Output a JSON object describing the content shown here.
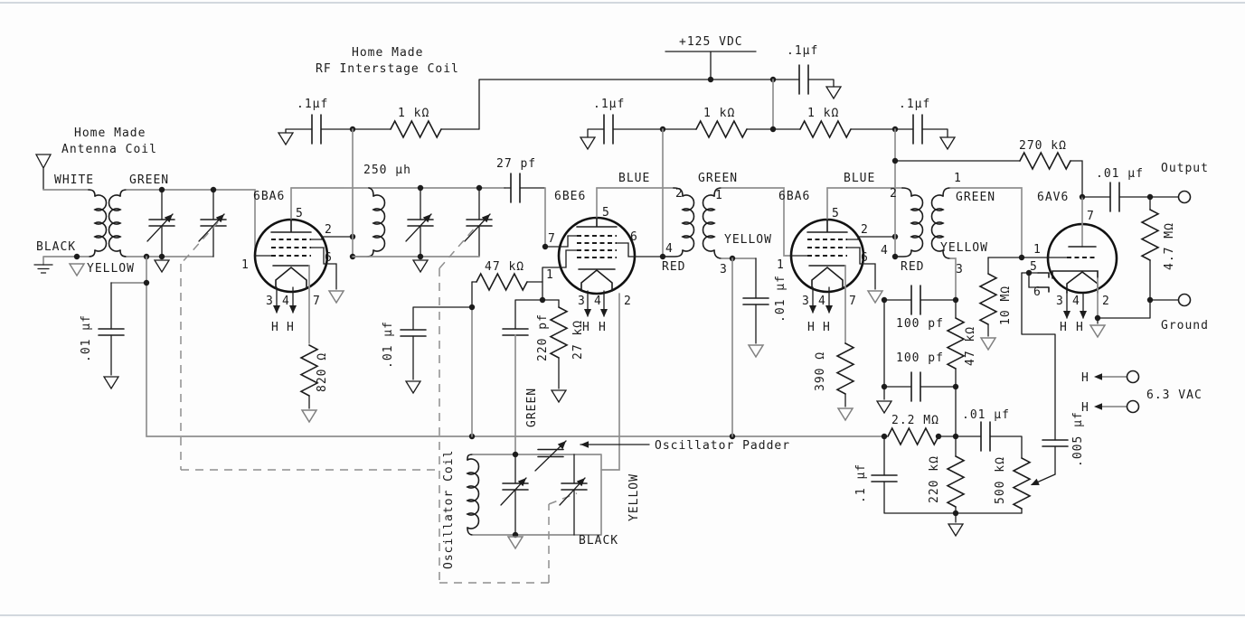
{
  "colors": {
    "ink": "#1c1c1c",
    "wire_gray": "#8f8f8f",
    "frame": "#c3cbd4",
    "background": "#fdfdfd"
  },
  "titles": {
    "home_made": "Home Made",
    "antenna_coil": "Antenna Coil",
    "rf_coil": "RF Interstage Coil",
    "supply": "+125 VDC",
    "osc_coil": "Oscillator Coil",
    "osc_padder": "Oscillator Padder",
    "output": "Output",
    "ground": "Ground",
    "vac": "6.3 VAC",
    "heater": "H"
  },
  "tubes": {
    "rf_amp": "6BA6",
    "mixer": "6BE6",
    "if_amp": "6BA6",
    "detector": "6AV6"
  },
  "pins": {
    "p1": "1",
    "p2": "2",
    "p3": "3",
    "p4": "4",
    "p5": "5",
    "p6": "6",
    "p7": "7"
  },
  "wire_colors": {
    "white": "WHITE",
    "black": "BLACK",
    "green": "GREEN",
    "yellow": "YELLOW",
    "blue": "BLUE",
    "red": "RED"
  },
  "values": {
    "c_100n": ".1µf",
    "r_1k": "1 kΩ",
    "l_250uh": "250 µh",
    "c_27pf": "27 pf",
    "r_270k": "270 kΩ",
    "c_10n_sp": ".01 µf",
    "r_4_7m": "4.7 MΩ",
    "r_820": "820 Ω",
    "r_47k": "47 kΩ",
    "r_27k": "27 kΩ",
    "c_220pf": "220 pf",
    "r_390": "390 Ω",
    "c_100pf": "100 pf",
    "r_10m": "10 MΩ",
    "r_2_2m": "2.2 MΩ",
    "c_5n": ".005 µf",
    "c_100n_sp": ".1 µf",
    "r_220k": "220 kΩ",
    "r_500k": "500 kΩ"
  }
}
